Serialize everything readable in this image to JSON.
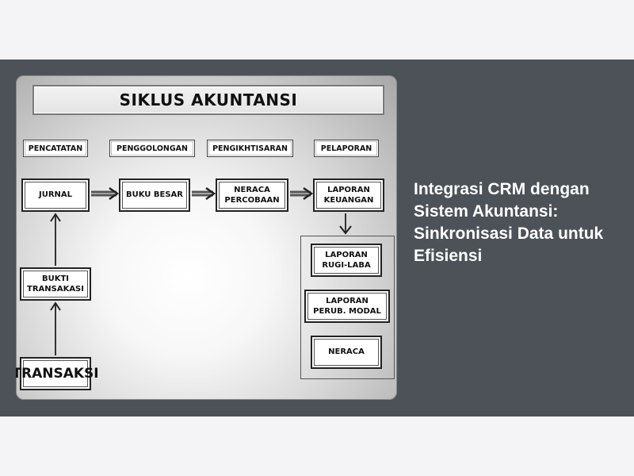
{
  "figure": {
    "title": "SIKLUS AKUNTANSI",
    "stage_headers": [
      "PENCATATAN",
      "PENGGOLONGAN",
      "PENGIKHTISARAN",
      "PELAPORAN"
    ],
    "nodes": {
      "jurnal": "JURNAL",
      "buku_besar": "BUKU BESAR",
      "neraca_percobaan": "NERACA\nPERCOBAAN",
      "laporan_keuangan": "LAPORAN\nKEUANGAN",
      "bukti_transaksi": "BUKTI\nTRANSAKASI",
      "transaksi": "TRANSAKSI",
      "laporan_rugi_laba": "LAPORAN\nRUGI-LABA",
      "laporan_perub_modal": "LAPORAN\nPERUB. MODAL",
      "neraca": "NERACA"
    }
  },
  "caption": {
    "text": "Integrasi CRM dengan Sistem Akuntansi: Sinkronisasi Data untuk Efisiensi"
  }
}
